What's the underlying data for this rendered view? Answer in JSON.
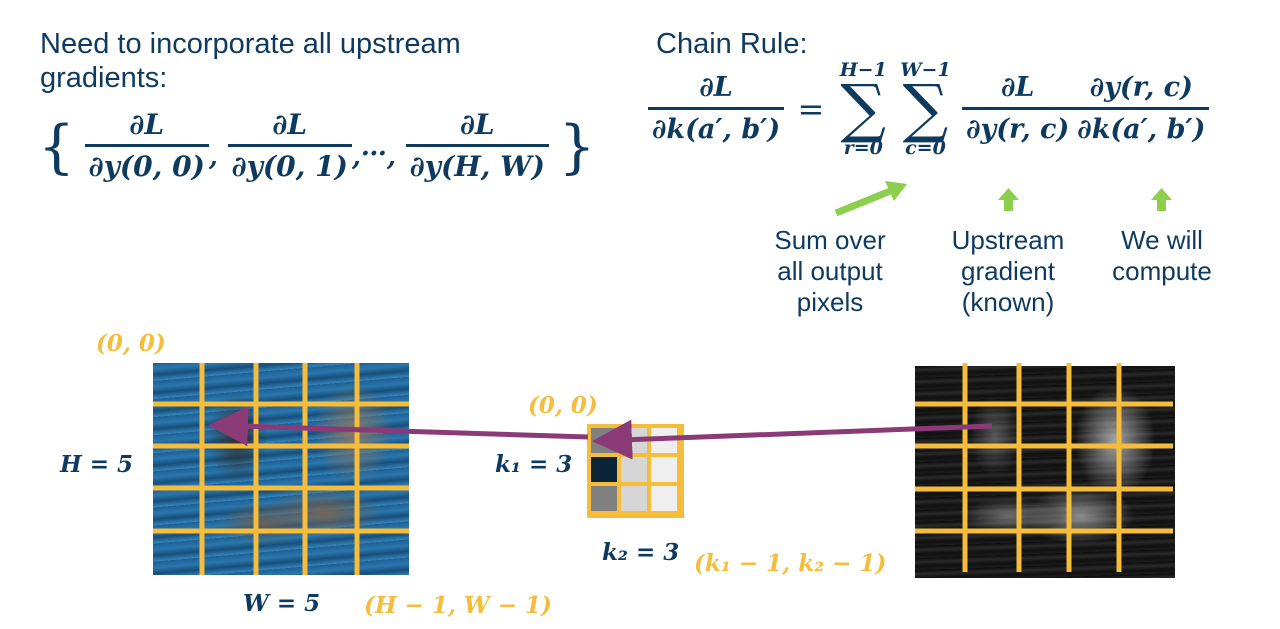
{
  "left_heading": {
    "line1": "Need to incorporate all upstream",
    "line2": "gradients:"
  },
  "gradient_set": {
    "open_brace": "{",
    "close_brace": "}",
    "terms": [
      {
        "numerator": "∂L",
        "denominator": "∂y(0, 0)"
      },
      {
        "numerator": "∂L",
        "denominator": "∂y(0, 1)"
      },
      {
        "numerator": "∂L",
        "denominator": "∂y(H, W)"
      }
    ],
    "comma": ",",
    "ellipsis": "…"
  },
  "chain_rule": {
    "heading": "Chain Rule:",
    "lhs_numerator": "∂L",
    "lhs_denominator": "∂k(a′, b′)",
    "equals": "=",
    "sum1": {
      "upper": "H−1",
      "lower": "r=0",
      "symbol": "∑"
    },
    "sum2": {
      "upper": "W−1",
      "lower": "c=0",
      "symbol": "∑"
    },
    "term1_numerator": "∂L",
    "term1_denominator": "∂y(r, c)",
    "term2_numerator": "∂y(r, c)",
    "term2_denominator": "∂k(a′, b′)"
  },
  "annotations": [
    {
      "line1": "Sum over",
      "line2": "all output",
      "line3": "pixels"
    },
    {
      "line1": "Upstream",
      "line2": "gradient",
      "line3": "(known)"
    },
    {
      "line1": "We will",
      "line2": "compute",
      "line3": ""
    }
  ],
  "input_image": {
    "origin_label": "(0, 0)",
    "height_label": "H = 5",
    "width_label": "W = 5",
    "end_label": "(H − 1, W − 1)"
  },
  "kernel": {
    "origin_label": "(0, 0)",
    "k1_label": "k₁ = 3",
    "k2_label": "k₂ = 3",
    "end_label": "(k₁ − 1, k₂ − 1)",
    "cells": [
      [
        "#808080",
        "#d6d6d6",
        "#efefef"
      ],
      [
        "#0b2438",
        "#d6d6d6",
        "#efefef"
      ],
      [
        "#808080",
        "#d6d6d6",
        "#efefef"
      ]
    ]
  },
  "colors": {
    "text": "#0f3a5f",
    "grid": "#f5bd3b",
    "arrow_purple": "#8b3a78",
    "arrow_green": "#8ccf4d"
  }
}
